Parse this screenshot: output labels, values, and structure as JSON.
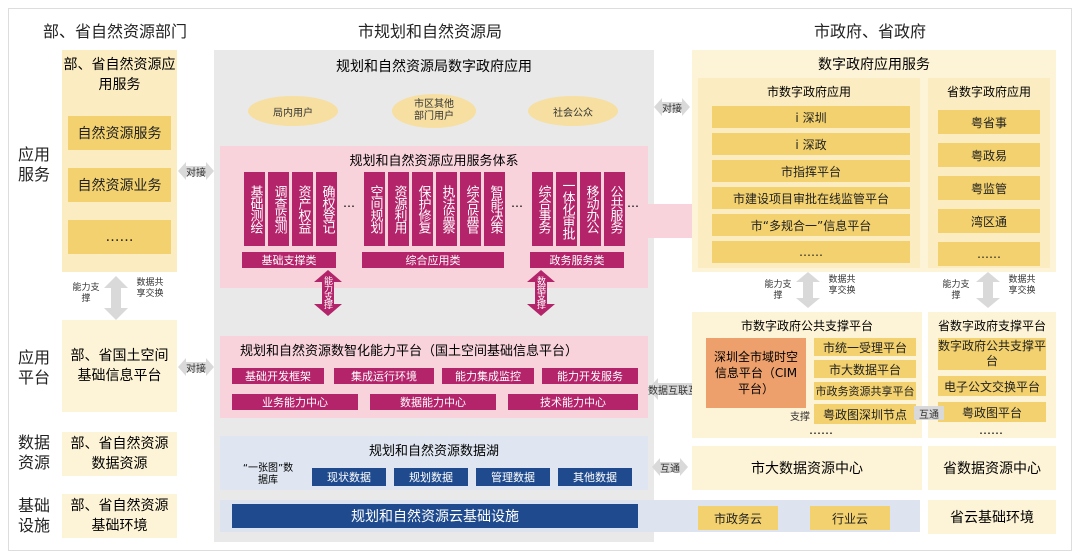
{
  "headers": {
    "col1": "部、省自然资源部门",
    "col2": "市规划和自然资源局",
    "col3": "市政府、省政府"
  },
  "row_labels": {
    "app": "应用服务",
    "platform": "应用平台",
    "data": "数据资源",
    "infra": "基础设施"
  },
  "left": {
    "app_title": "部、省自然资源应用服务",
    "app_items": [
      "自然资源服务",
      "自然资源业务",
      "……"
    ],
    "link_cap": "能力支撑",
    "link_data": "数据共享交换",
    "platform": "部、省国土空间基础信息平台",
    "data": "部、省自然资源数据资源",
    "infra": "部、省自然资源基础环境"
  },
  "center": {
    "gov_app_title": "规划和自然资源局数字政府应用",
    "users": [
      "局内用户",
      "市区其他部门用户",
      "社会公众"
    ],
    "service_system_title": "规划和自然资源应用服务体系",
    "basic_cols": [
      "基础测绘",
      "调查监测",
      "资产权益",
      "确权登记"
    ],
    "basic_label": "基础支撑类",
    "comp_cols": [
      "空间规划",
      "资源利用",
      "保护修复",
      "执法监察",
      "综合监管",
      "智能决策"
    ],
    "comp_label": "综合应用类",
    "gov_cols": [
      "综合事务",
      "一体化审批",
      "移动办公",
      "公共服务"
    ],
    "gov_label": "政务服务类",
    "ellipsis": "…",
    "arrow_cap": "能力支撑",
    "arrow_data": "数据支撑",
    "platform_title": "规划和自然资源数智化能力平台（国土空间基础信息平台）",
    "platform_row1": [
      "基础开发框架",
      "集成运行环境",
      "能力集成监控",
      "能力开发服务"
    ],
    "platform_row2": [
      "业务能力中心",
      "数据能力中心",
      "技术能力中心"
    ],
    "lake_title": "规划和自然资源数据湖",
    "lake_db": "“一张图”数据库",
    "lake_items": [
      "现状数据",
      "规划数据",
      "管理数据",
      "其他数据"
    ],
    "infra": "规划和自然资源云基础设施"
  },
  "connectors": {
    "dock": "对接",
    "interop": "互通",
    "data_interop": "数据互联互通",
    "support": "支撑"
  },
  "right": {
    "digital_gov_title": "数字政府应用服务",
    "city_app_title": "市数字政府应用",
    "city_apps": [
      "i 深圳",
      "i 深政",
      "市指挥平台",
      "市建设项目审批在线监管平台",
      "市“多规合一”信息平台",
      "……"
    ],
    "prov_app_title": "省数字政府应用",
    "prov_apps": [
      "粤省事",
      "粤政易",
      "粤监管",
      "湾区通",
      "……"
    ],
    "city_platform_title": "市数字政府公共支撑平台",
    "cim": "深圳全市域时空信息平台（CIM 平台）",
    "city_platforms": [
      "市统一受理平台",
      "市大数据平台",
      "市政务资源共享平台"
    ],
    "yzt_node": "粤政图深圳节点",
    "prov_platform_title": "省数字政府支撑平台",
    "prov_platforms": [
      "数字政府公共支撑平台",
      "电子公文交换平台",
      "粤政图平台"
    ],
    "city_data": "市大数据资源中心",
    "prov_data": "省数据资源中心",
    "city_cloud": "市政务云",
    "industry_cloud": "行业云",
    "prov_infra": "省云基础环境"
  }
}
